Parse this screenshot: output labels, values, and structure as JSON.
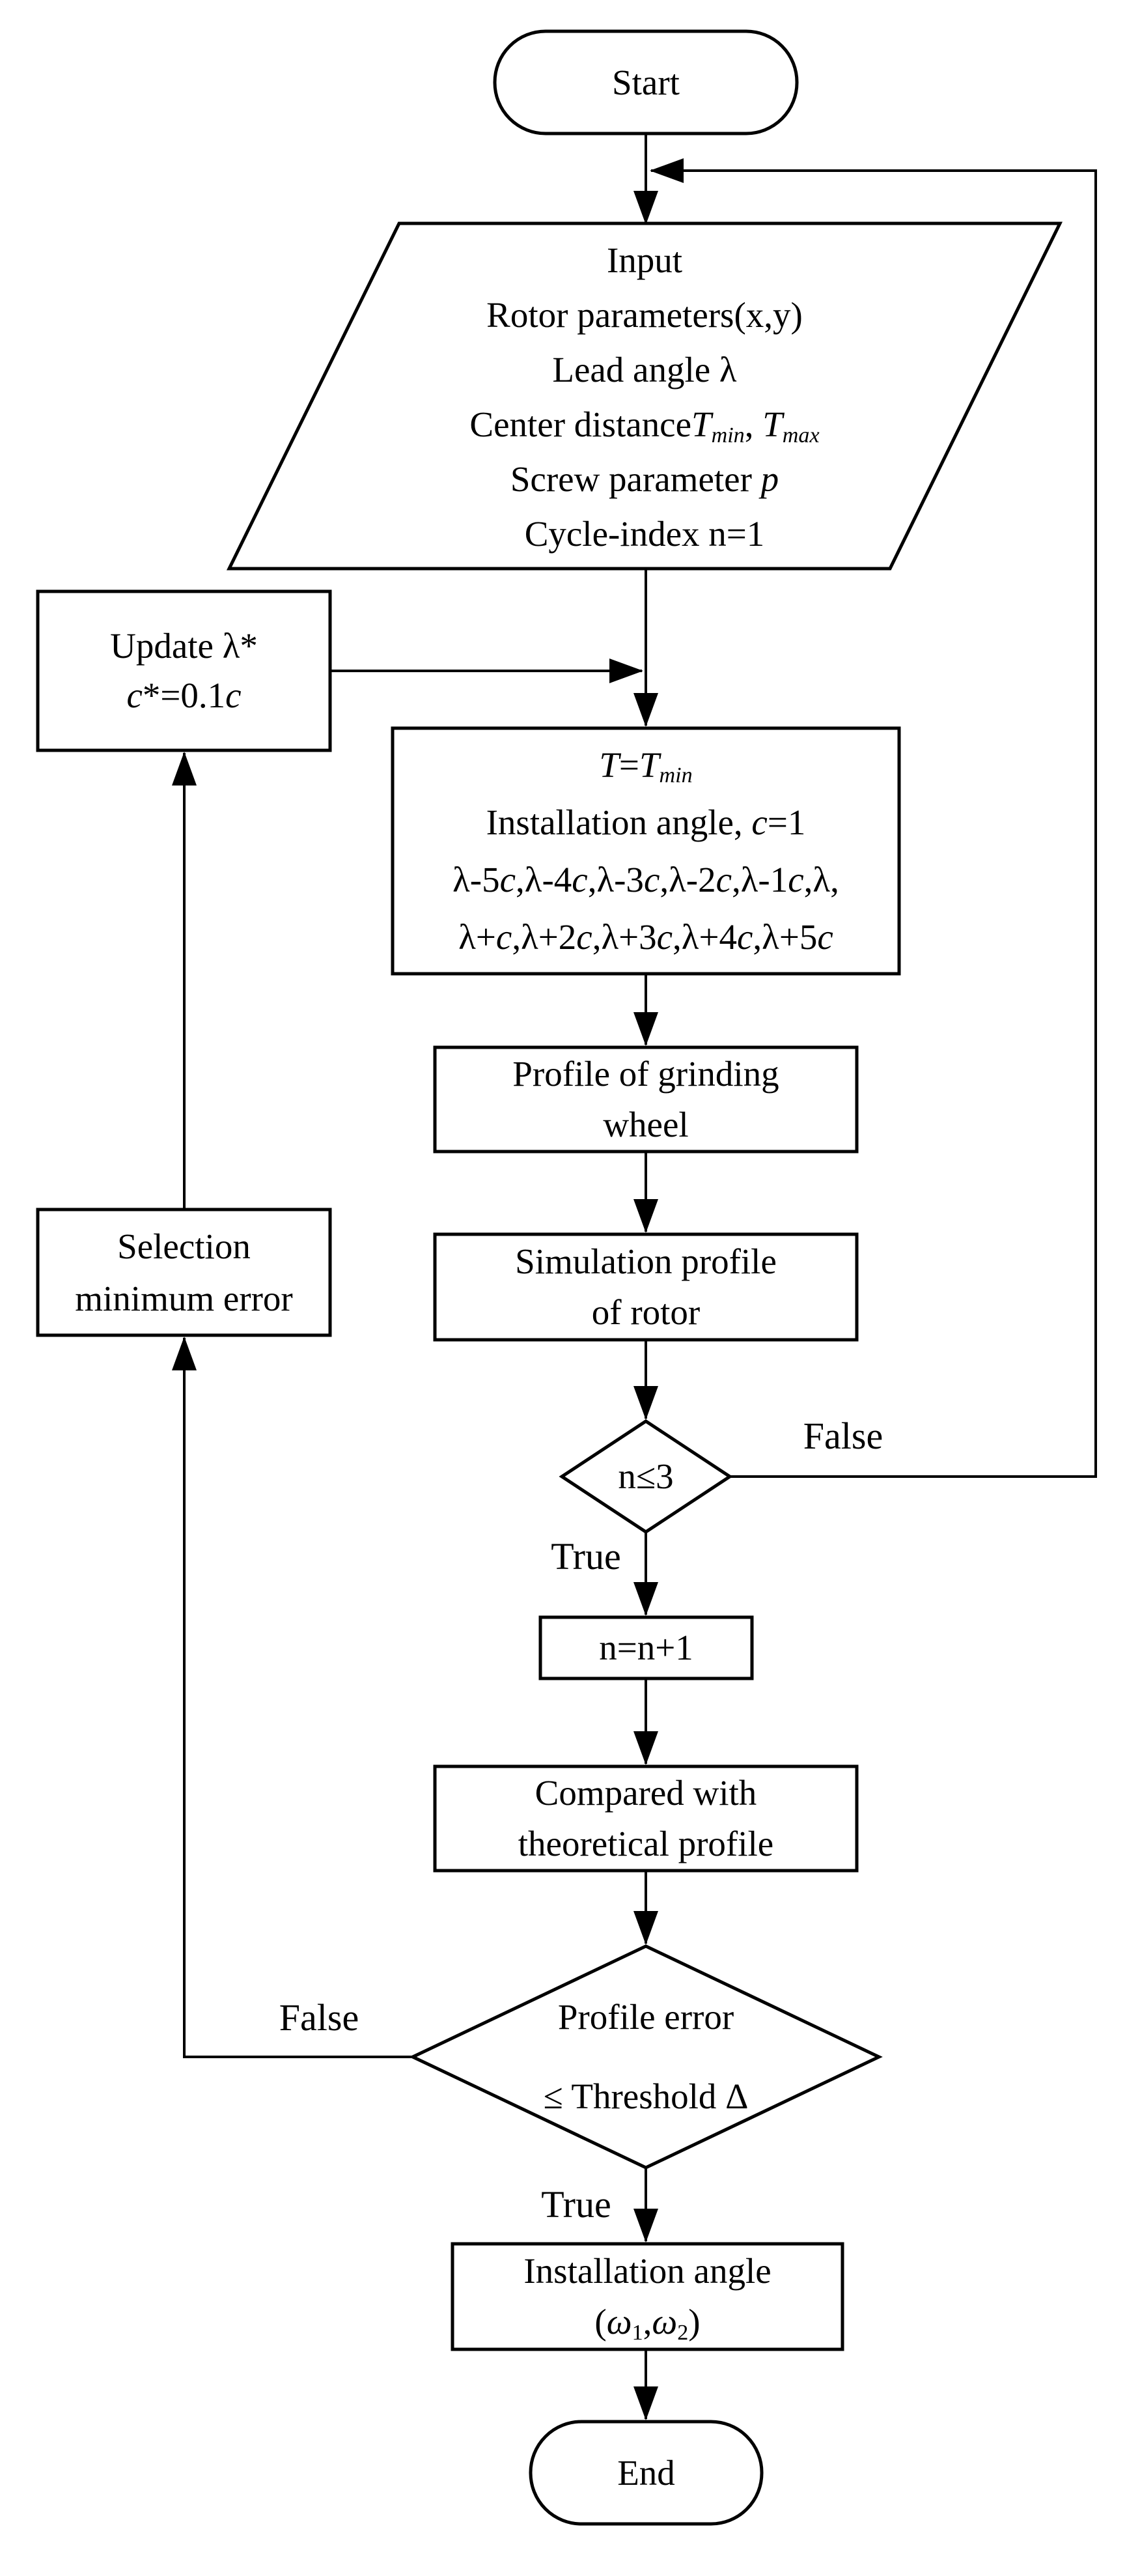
{
  "colors": {
    "ink": "#000000",
    "paper": "#ffffff"
  },
  "nodes": {
    "start": {
      "type": "terminator",
      "label": "Start"
    },
    "input": {
      "type": "input-parallelogram",
      "lines": [
        "Input",
        "Rotor parameters(x,y)",
        "Lead angle λ",
        [
          {
            "t": "Center distance"
          },
          {
            "t": "T",
            "s": "i"
          },
          {
            "t": "min",
            "s": "is"
          },
          {
            "t": ", "
          },
          {
            "t": "T",
            "s": "i"
          },
          {
            "t": "max",
            "s": "is"
          }
        ],
        [
          {
            "t": "Screw parameter "
          },
          {
            "t": "p",
            "s": "i"
          }
        ],
        "Cycle-index n=1"
      ]
    },
    "update": {
      "type": "process",
      "lines": [
        "Update λ*",
        [
          {
            "t": "c",
            "s": "i"
          },
          {
            "t": "*=0.1"
          },
          {
            "t": "c",
            "s": "i"
          }
        ]
      ]
    },
    "init": {
      "type": "process",
      "lines": [
        [
          {
            "t": "T",
            "s": "i"
          },
          {
            "t": "="
          },
          {
            "t": "T",
            "s": "i"
          },
          {
            "t": "min",
            "s": "is"
          }
        ],
        [
          {
            "t": "Installation angle, "
          },
          {
            "t": "c",
            "s": "i"
          },
          {
            "t": "=1"
          }
        ],
        [
          {
            "t": "λ-5"
          },
          {
            "t": "c",
            "s": "i"
          },
          {
            "t": ",λ-4"
          },
          {
            "t": "c",
            "s": "i"
          },
          {
            "t": ",λ-3"
          },
          {
            "t": "c",
            "s": "i"
          },
          {
            "t": ",λ-2"
          },
          {
            "t": "c",
            "s": "i"
          },
          {
            "t": ",λ-1"
          },
          {
            "t": "c",
            "s": "i"
          },
          {
            "t": ",λ,"
          }
        ],
        [
          {
            "t": "λ+"
          },
          {
            "t": "c",
            "s": "i"
          },
          {
            "t": ",λ+2"
          },
          {
            "t": "c",
            "s": "i"
          },
          {
            "t": ",λ+3"
          },
          {
            "t": "c",
            "s": "i"
          },
          {
            "t": ",λ+4"
          },
          {
            "t": "c",
            "s": "i"
          },
          {
            "t": ",λ+5"
          },
          {
            "t": "c",
            "s": "i"
          }
        ]
      ]
    },
    "grinding": {
      "type": "process",
      "lines": [
        "Profile of grinding",
        "wheel"
      ]
    },
    "simulation": {
      "type": "process",
      "lines": [
        "Simulation profile",
        "of rotor"
      ]
    },
    "decision_n": {
      "type": "decision",
      "label": "n≤3"
    },
    "increment": {
      "type": "process",
      "label": "n=n+1"
    },
    "compare": {
      "type": "process",
      "lines": [
        "Compared with",
        "theoretical profile"
      ]
    },
    "decision_error": {
      "type": "decision",
      "lines": [
        "Profile error",
        "≤ Threshold Δ"
      ]
    },
    "selection": {
      "type": "process",
      "lines": [
        "Selection",
        "minimum error"
      ]
    },
    "result": {
      "type": "process",
      "lines": [
        "Installation angle",
        [
          {
            "t": "("
          },
          {
            "t": "ω",
            "s": "i"
          },
          {
            "t": "1",
            "s": "s"
          },
          {
            "t": ","
          },
          {
            "t": "ω",
            "s": "i"
          },
          {
            "t": "2",
            "s": "s"
          },
          {
            "t": ")"
          }
        ]
      ]
    },
    "end": {
      "type": "terminator",
      "label": "End"
    }
  },
  "edge_labels": {
    "decision_n_false": "False",
    "decision_n_true": "True",
    "decision_error_false": "False",
    "decision_error_true": "True"
  }
}
